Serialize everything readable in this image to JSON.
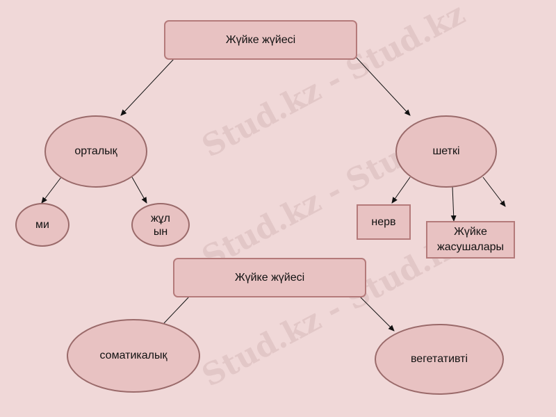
{
  "diagram1": {
    "root": "Жүйке жүйесі",
    "central": "орталық",
    "peripheral": "шеткі",
    "brain": "ми",
    "spinal_cord": "жұл\nын",
    "nerve": "нерв",
    "nerve_cells": "Жүйке\nжасушалары"
  },
  "diagram2": {
    "root": "Жүйке жүйесі",
    "somatic": "соматикалық",
    "vegetative": "вегетативті"
  },
  "watermark": "Stud.kz - Stud.kz",
  "colors": {
    "background": "#f0d8d8",
    "node_fill": "#e8c2c2",
    "node_border": "#b47a7a",
    "arrow": "#111111"
  }
}
